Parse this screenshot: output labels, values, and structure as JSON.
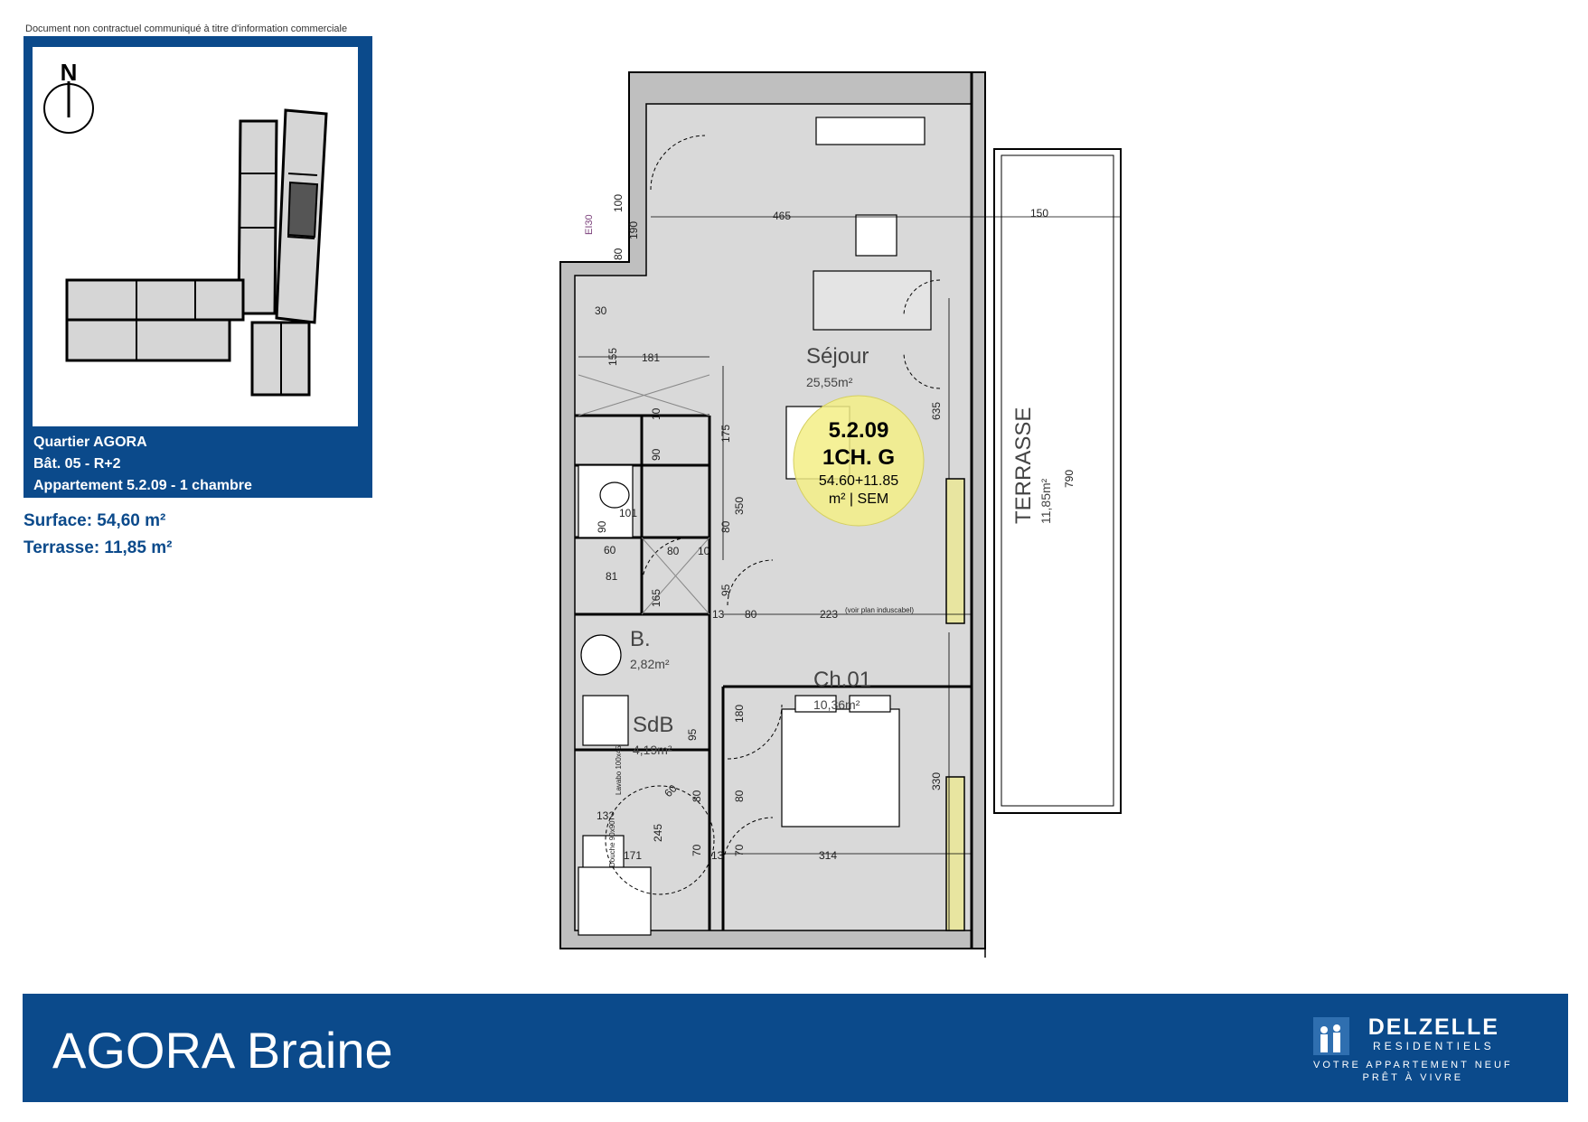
{
  "disclaimer": "Document non contractuel communiqué à titre d'information commerciale",
  "keyplan": {
    "north": "N",
    "line1": "Quartier AGORA",
    "line2": "Bât. 05 - R+2",
    "line3": "Appartement 5.2.09 - 1 chambre"
  },
  "summary": {
    "surface": "Surface: 54,60 m²",
    "terrasse": "Terrasse: 11,85 m²"
  },
  "badge": {
    "line1": "5.2.09",
    "line2": "1CH. G",
    "line3": "54.60+11.85",
    "line4": "m² | SEM"
  },
  "rooms": {
    "sejour_name": "Séjour",
    "sejour_area": "25,55m²",
    "chambre_name": "Ch.01",
    "chambre_area": "10,36m²",
    "b_name": "B.",
    "b_area": "2,82m²",
    "sdb_name": "SdB",
    "sdb_area": "4,19m²",
    "terrasse_name": "TERRASSE",
    "terrasse_area": "11,85m²"
  },
  "annotations": {
    "ei30": "EI30",
    "voir_plan": "(voir plan induscabel)",
    "lavabo": "Lavabo 100x45",
    "douche": "Douche 90x90"
  },
  "dims": {
    "d465": "465",
    "d150": "150",
    "d100": "100",
    "d190": "190",
    "d80a": "80",
    "d30": "30",
    "d155": "155",
    "d181": "181",
    "d10a": "10",
    "d175": "175",
    "d90a": "90",
    "d635": "635",
    "d790": "790",
    "d101": "101",
    "d350": "350",
    "d90b": "90",
    "d60": "60",
    "d80b": "80",
    "d10b": "10",
    "d80c": "80",
    "d81": "81",
    "d165": "165",
    "d95a": "95",
    "d13": "13",
    "d80d": "80",
    "d223": "223",
    "d180": "180",
    "d95b": "95",
    "d330": "330",
    "d60b": "60",
    "d80e": "80",
    "d80f": "80",
    "d245": "245",
    "d70a": "70",
    "d70b": "70",
    "d171": "171",
    "d314": "314",
    "d132": "132"
  },
  "footer": {
    "title": "AGORA Braine",
    "brand_name": "DELZELLE",
    "brand_sub": "RESIDENTIELS",
    "tag1": "VOTRE APPARTEMENT NEUF",
    "tag2": "PRÊT À VIVRE"
  },
  "colors": {
    "brand_blue": "#0b4a8b",
    "highlight_yellow": "#f3ef86",
    "room_gray": "#d9d9d9",
    "wall_gray": "#bfbfbf"
  }
}
